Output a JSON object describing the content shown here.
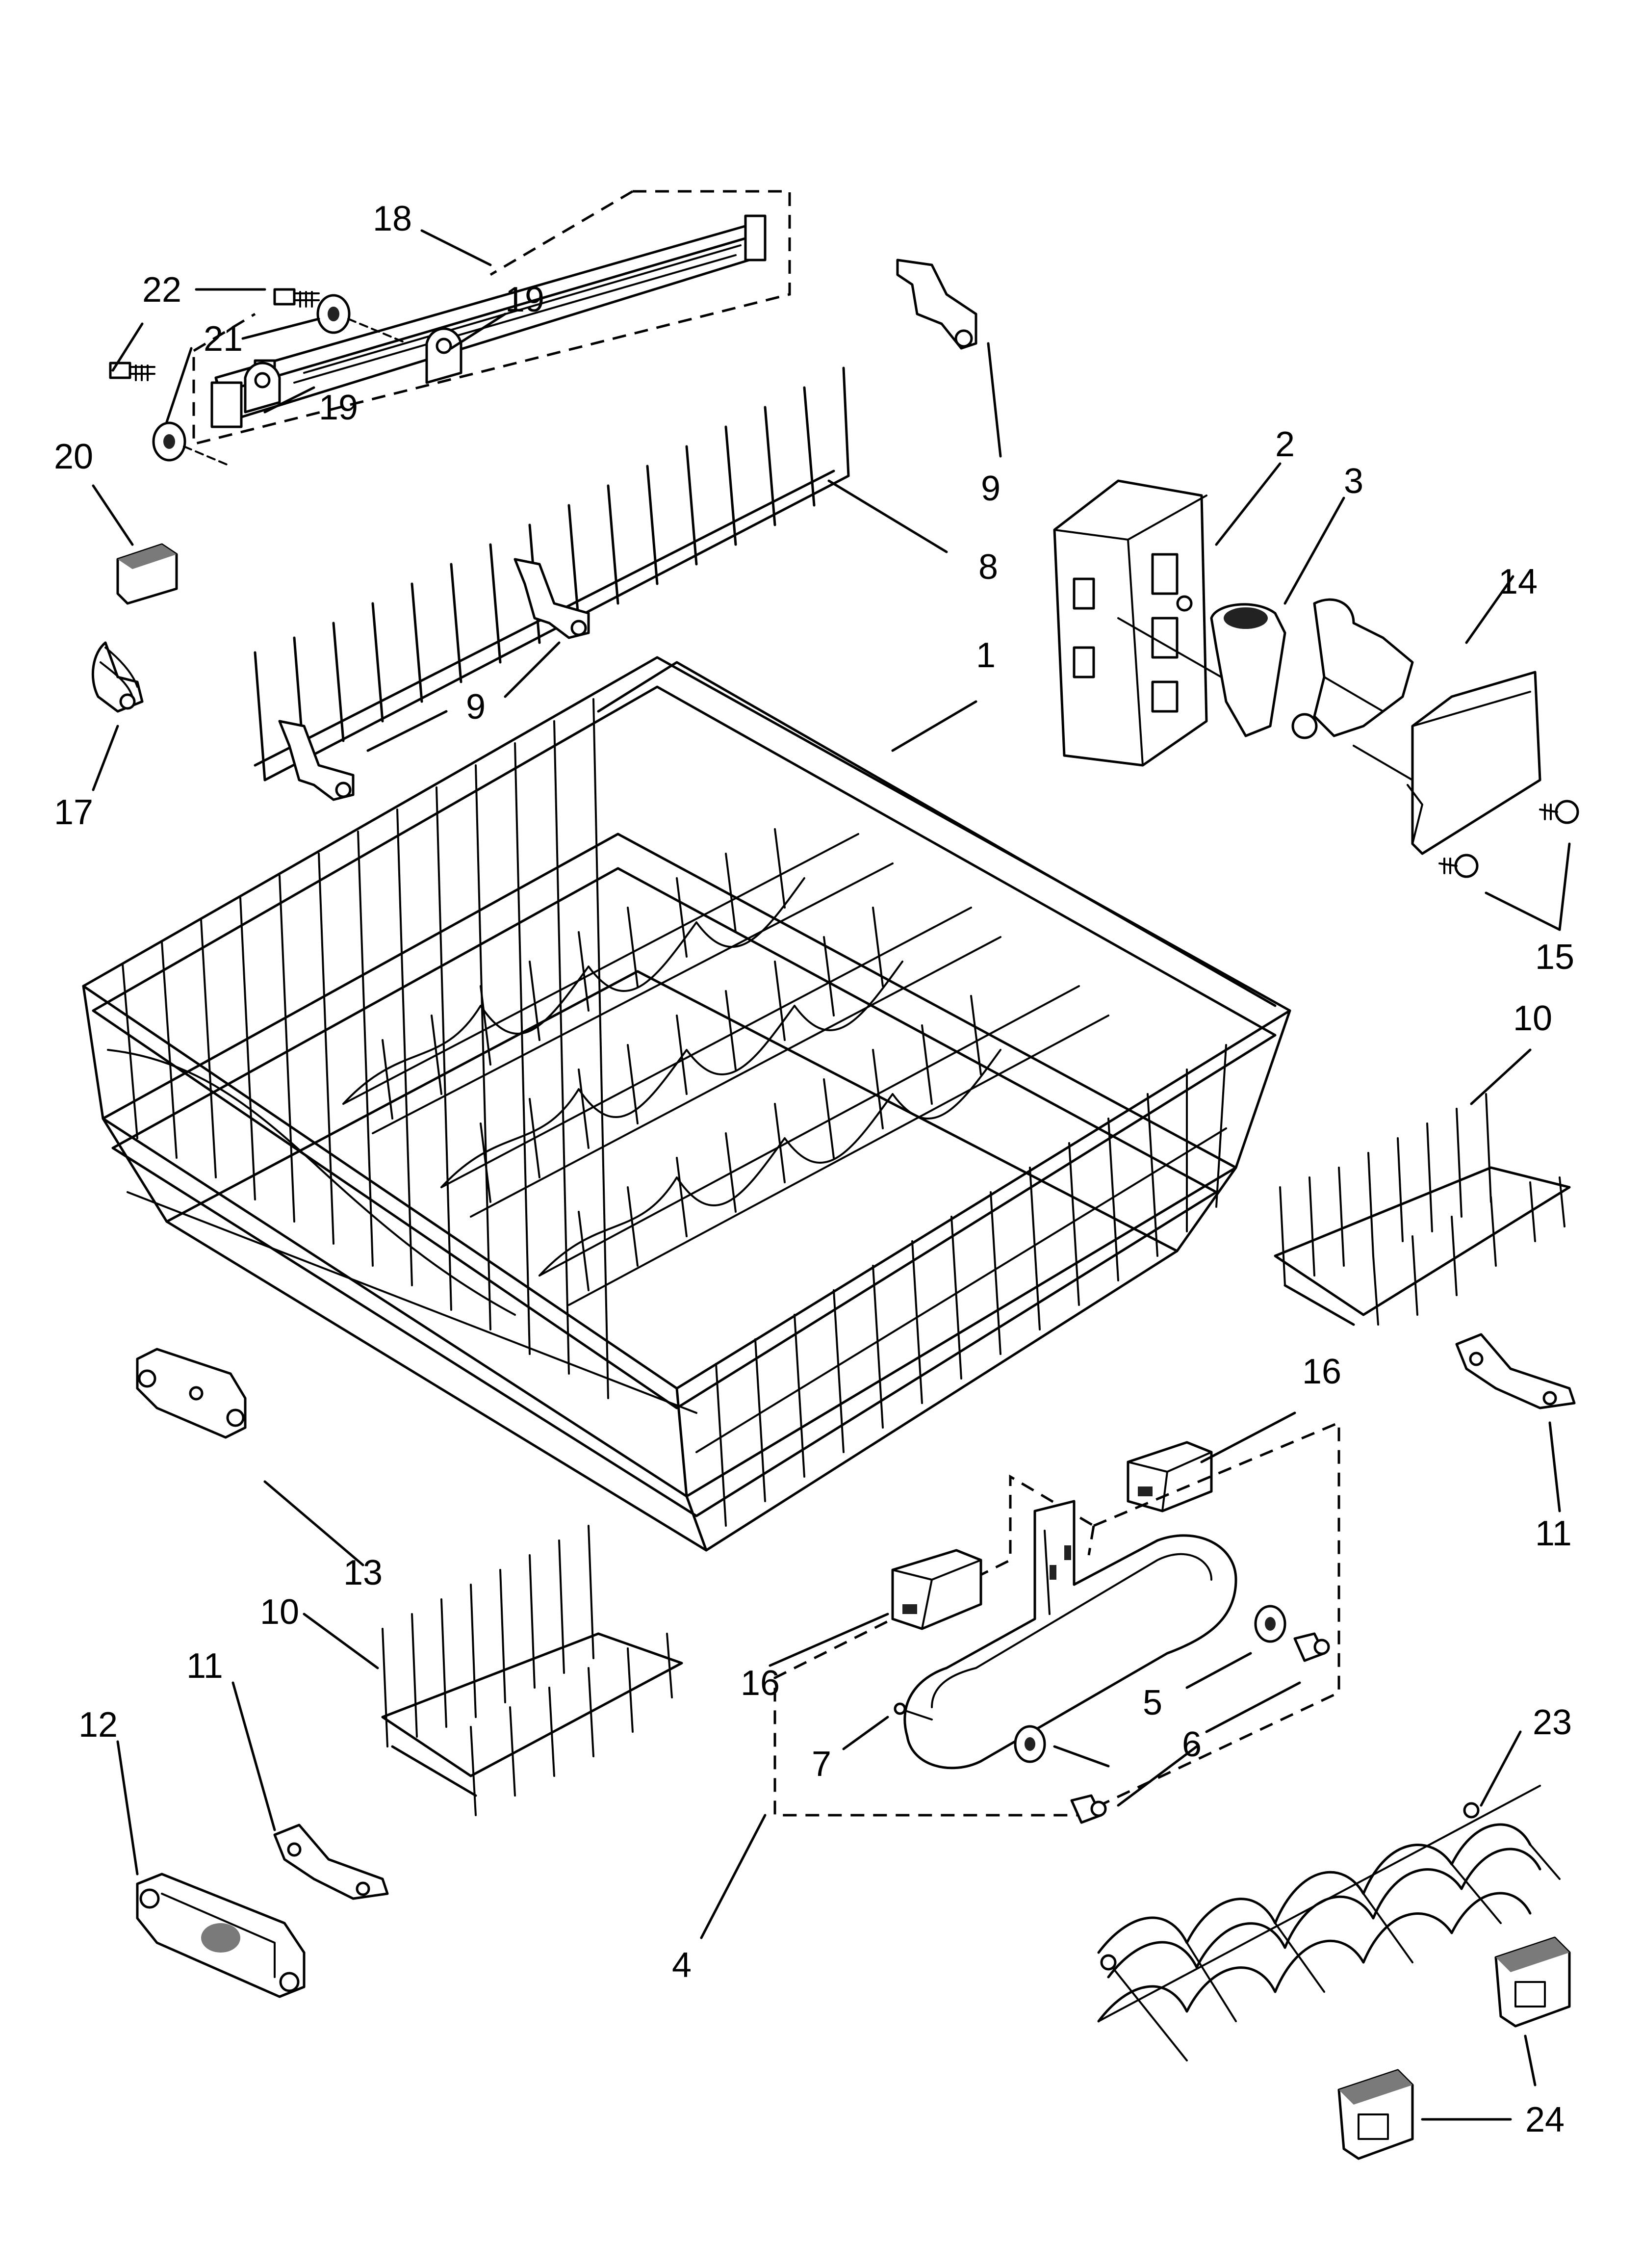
{
  "callouts": [
    {
      "id": "c18",
      "text": "18"
    },
    {
      "id": "c22",
      "text": "22"
    },
    {
      "id": "c19a",
      "text": "19"
    },
    {
      "id": "c21",
      "text": "21"
    },
    {
      "id": "c19b",
      "text": "19"
    },
    {
      "id": "c20",
      "text": "20"
    },
    {
      "id": "c9a",
      "text": "9"
    },
    {
      "id": "c2",
      "text": "2"
    },
    {
      "id": "c3",
      "text": "3"
    },
    {
      "id": "c8",
      "text": "8"
    },
    {
      "id": "c14",
      "text": "14"
    },
    {
      "id": "c1",
      "text": "1"
    },
    {
      "id": "c9b",
      "text": "9"
    },
    {
      "id": "c17",
      "text": "17"
    },
    {
      "id": "c15",
      "text": "15"
    },
    {
      "id": "c10a",
      "text": "10"
    },
    {
      "id": "c16a",
      "text": "16"
    },
    {
      "id": "c11a",
      "text": "11"
    },
    {
      "id": "c13",
      "text": "13"
    },
    {
      "id": "c10b",
      "text": "10"
    },
    {
      "id": "c16b",
      "text": "16"
    },
    {
      "id": "c5",
      "text": "5"
    },
    {
      "id": "c11b",
      "text": "11"
    },
    {
      "id": "c12",
      "text": "12"
    },
    {
      "id": "c7",
      "text": "7"
    },
    {
      "id": "c6",
      "text": "6"
    },
    {
      "id": "c23",
      "text": "23"
    },
    {
      "id": "c4",
      "text": "4"
    },
    {
      "id": "c24",
      "text": "24"
    }
  ]
}
